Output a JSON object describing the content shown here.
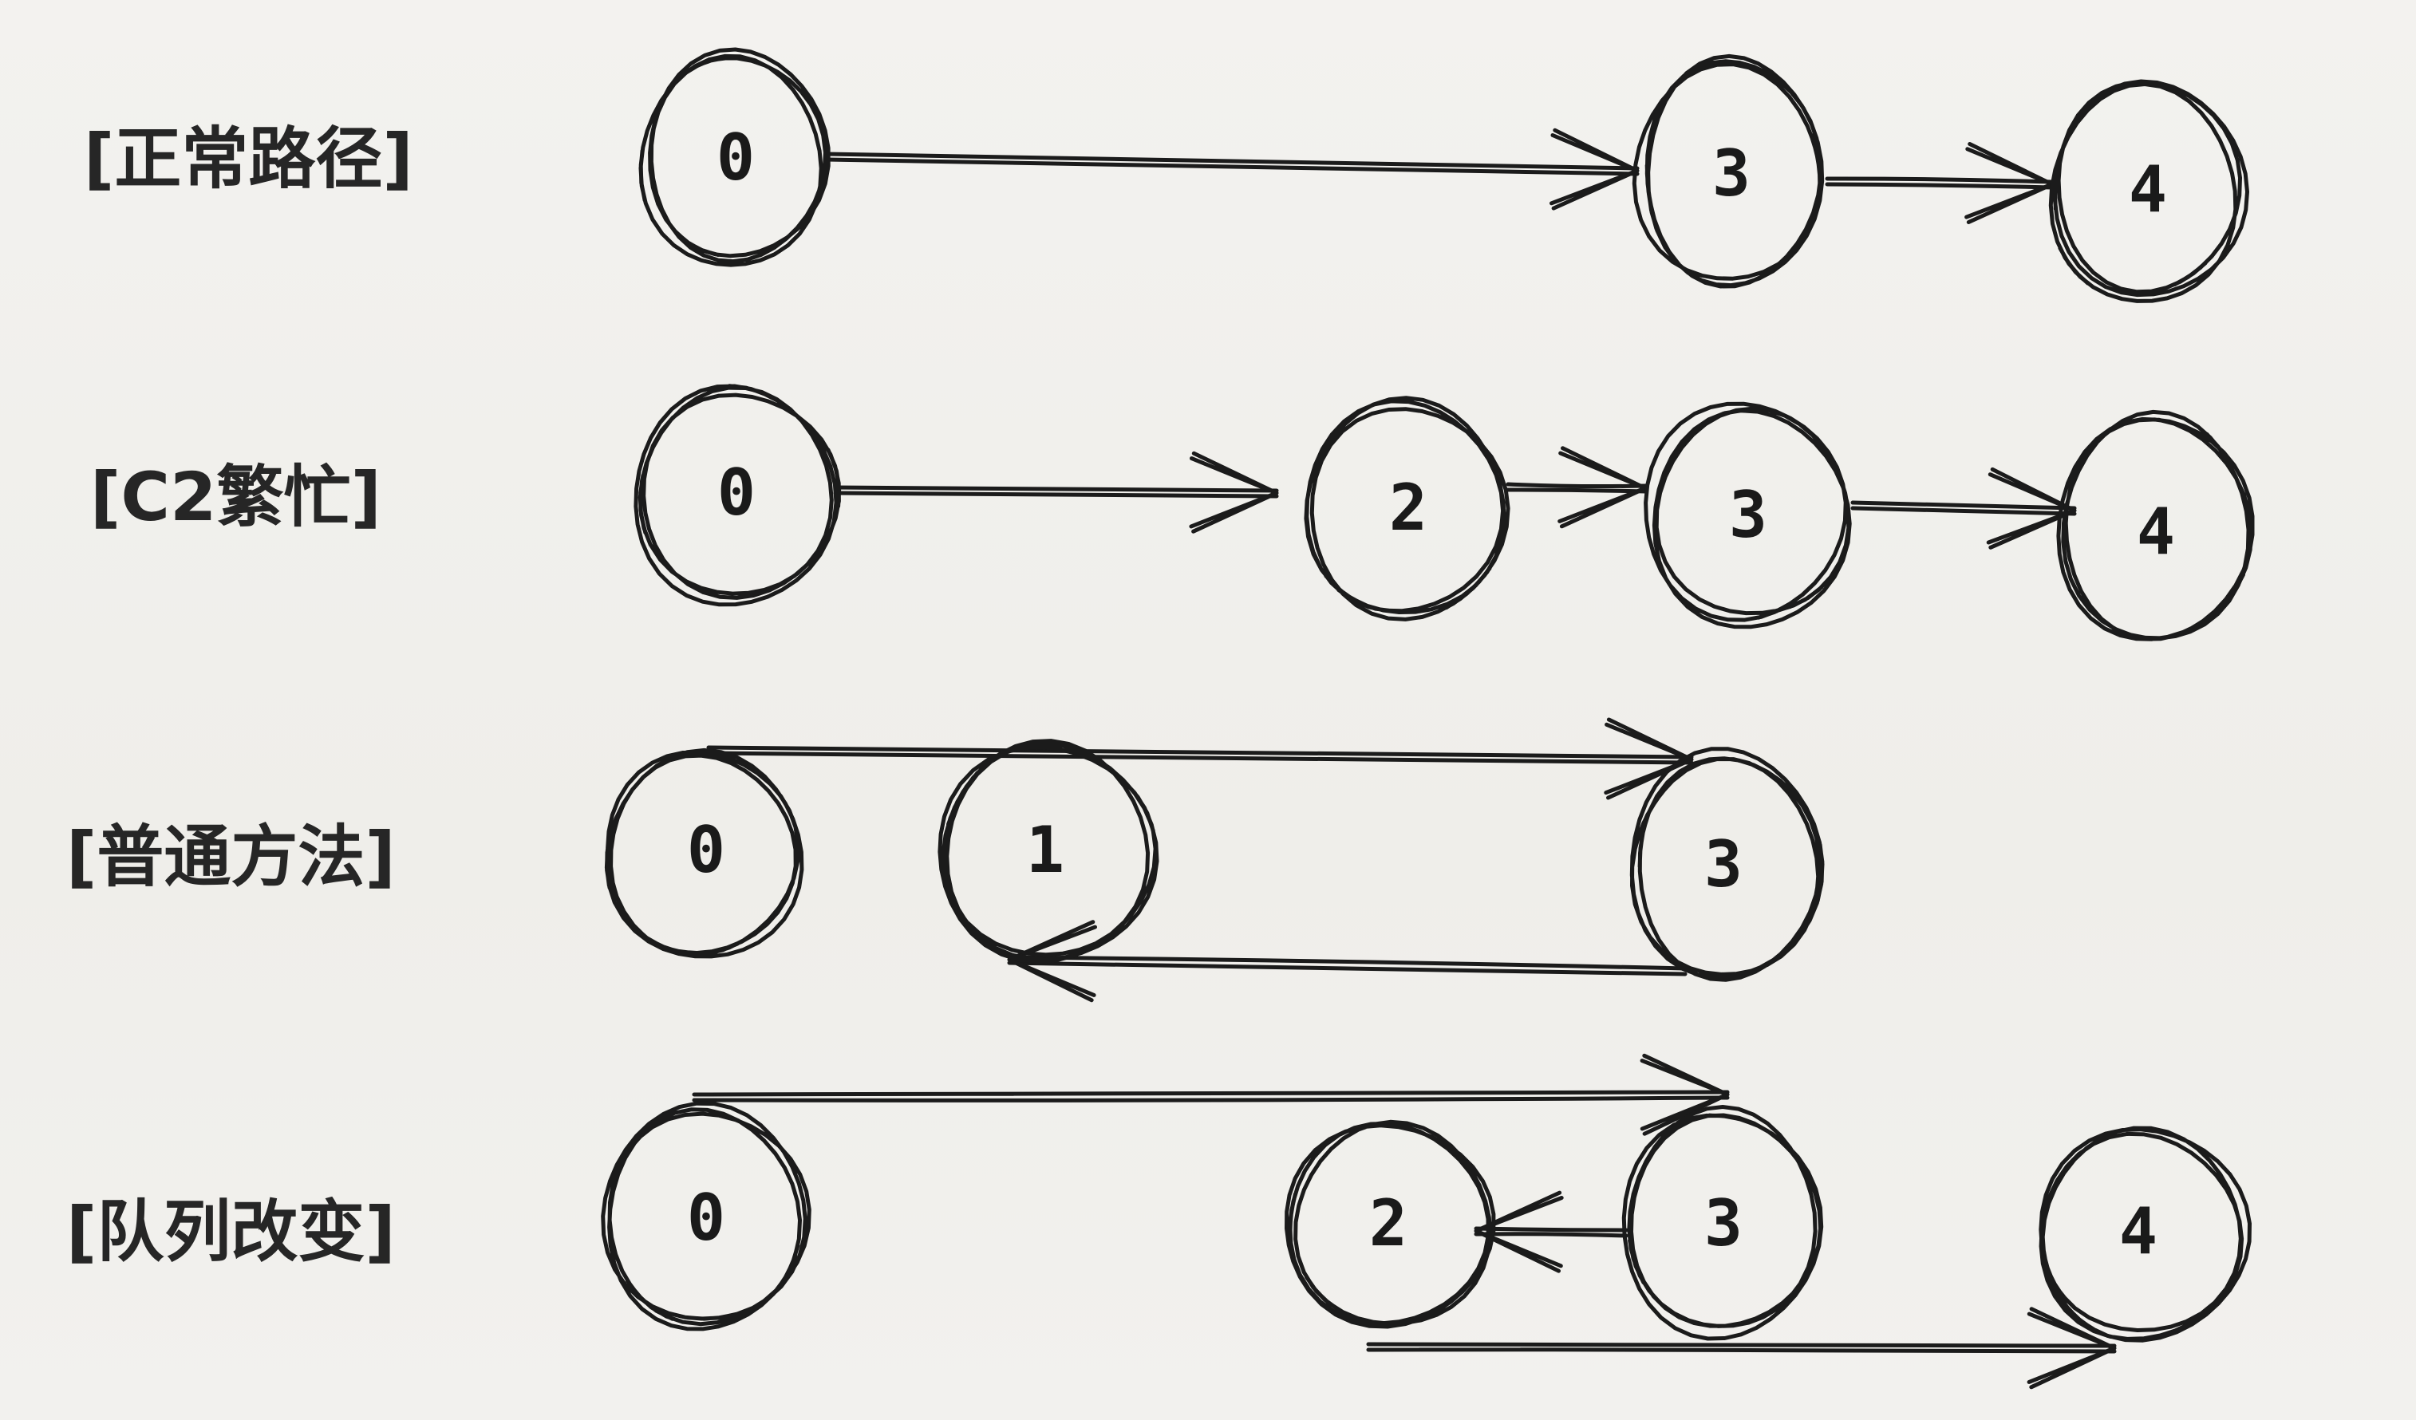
{
  "rows": [
    {
      "label": "[正常路径]",
      "nodes": [
        {
          "id": "0",
          "label": "0"
        },
        {
          "id": "3",
          "label": "3"
        },
        {
          "id": "4",
          "label": "4"
        }
      ],
      "edges": [
        {
          "from": "0",
          "to": "3"
        },
        {
          "from": "3",
          "to": "4"
        }
      ]
    },
    {
      "label": "[C2繁忙]",
      "nodes": [
        {
          "id": "0",
          "label": "0"
        },
        {
          "id": "2",
          "label": "2"
        },
        {
          "id": "3",
          "label": "3"
        },
        {
          "id": "4",
          "label": "4"
        }
      ],
      "edges": [
        {
          "from": "0",
          "to": "2"
        },
        {
          "from": "2",
          "to": "3"
        },
        {
          "from": "3",
          "to": "4"
        }
      ]
    },
    {
      "label": "[普通方法]",
      "nodes": [
        {
          "id": "0",
          "label": "0"
        },
        {
          "id": "1",
          "label": "1"
        },
        {
          "id": "3",
          "label": "3"
        }
      ],
      "edges": [
        {
          "from": "0",
          "to": "3"
        },
        {
          "from": "3",
          "to": "1"
        }
      ]
    },
    {
      "label": "[队列改变]",
      "nodes": [
        {
          "id": "0",
          "label": "0"
        },
        {
          "id": "2",
          "label": "2"
        },
        {
          "id": "3",
          "label": "3"
        },
        {
          "id": "4",
          "label": "4"
        }
      ],
      "edges": [
        {
          "from": "0",
          "to": "3"
        },
        {
          "from": "3",
          "to": "2"
        },
        {
          "from": "2",
          "to": "4"
        }
      ]
    }
  ],
  "colors": {
    "ink": "#1b1b1b",
    "paper": "#f1f0ed",
    "label": "#262626"
  }
}
